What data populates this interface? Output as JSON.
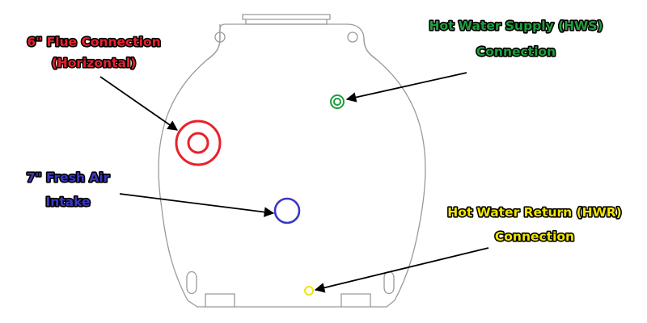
{
  "diagram": {
    "callouts": [
      {
        "id": "flue",
        "lines": [
          "6\" Flue Connection",
          "(Horizontal)"
        ],
        "color": "#e8212b"
      },
      {
        "id": "hws",
        "lines": [
          "Hot Water Supply (HWS)",
          "Connection"
        ],
        "color": "#1f9e3c"
      },
      {
        "id": "air",
        "lines": [
          "7\" Fresh Air",
          "Intake"
        ],
        "color": "#3a37c4"
      },
      {
        "id": "hwr",
        "lines": [
          "Hot Water Return (HWR)",
          "Connection"
        ],
        "color": "#f2e500"
      }
    ],
    "outline_color": "#9a9a9a",
    "arrow_color": "#000000"
  }
}
